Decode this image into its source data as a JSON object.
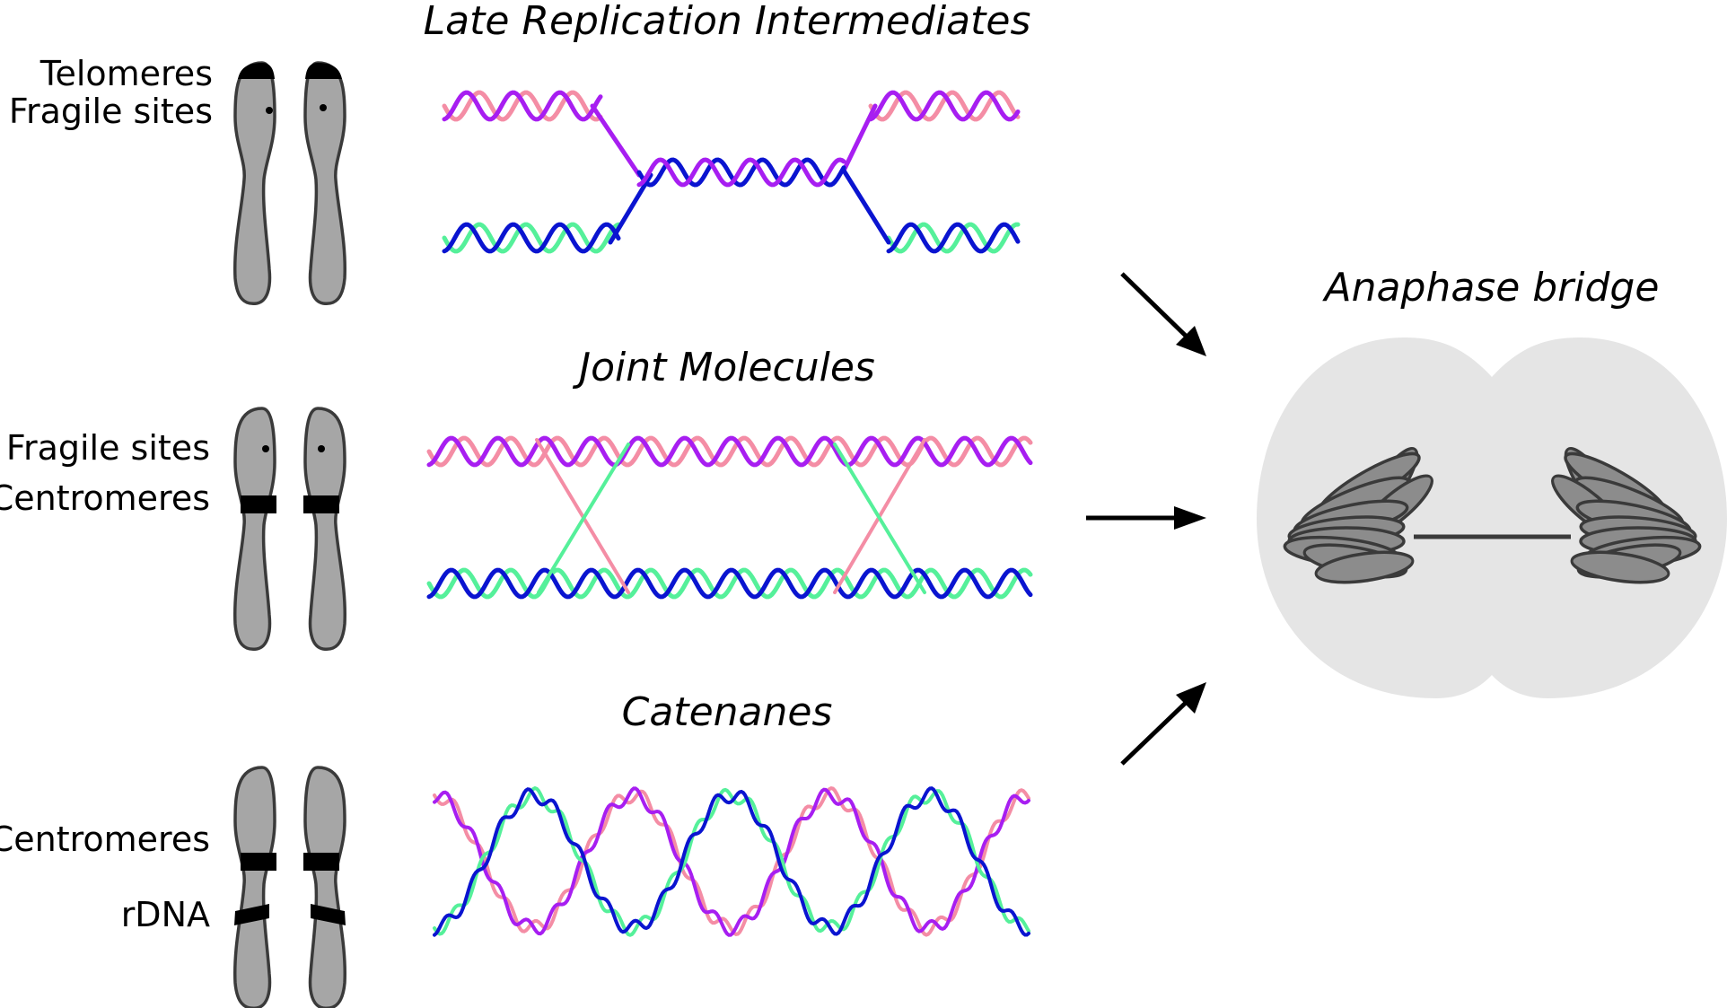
{
  "rows": [
    {
      "title": "Late Replication Intermediates",
      "labels": [
        "Telomeres",
        "Fragile sites"
      ]
    },
    {
      "title": "Joint Molecules",
      "labels": [
        "Fragile sites",
        "Centromeres"
      ]
    },
    {
      "title": "Catenanes",
      "labels": [
        "Centromeres",
        "rDNA"
      ]
    }
  ],
  "result": {
    "title": "Anaphase bridge"
  },
  "colors": {
    "purple": "#a71ef1",
    "pink": "#f48da5",
    "blue": "#0a14d0",
    "green": "#55f09a",
    "chromosome_fill": "#a6a6a6",
    "chromosome_stroke": "#3a3a3a",
    "cell": "#e5e5e5",
    "band": "#000000"
  }
}
